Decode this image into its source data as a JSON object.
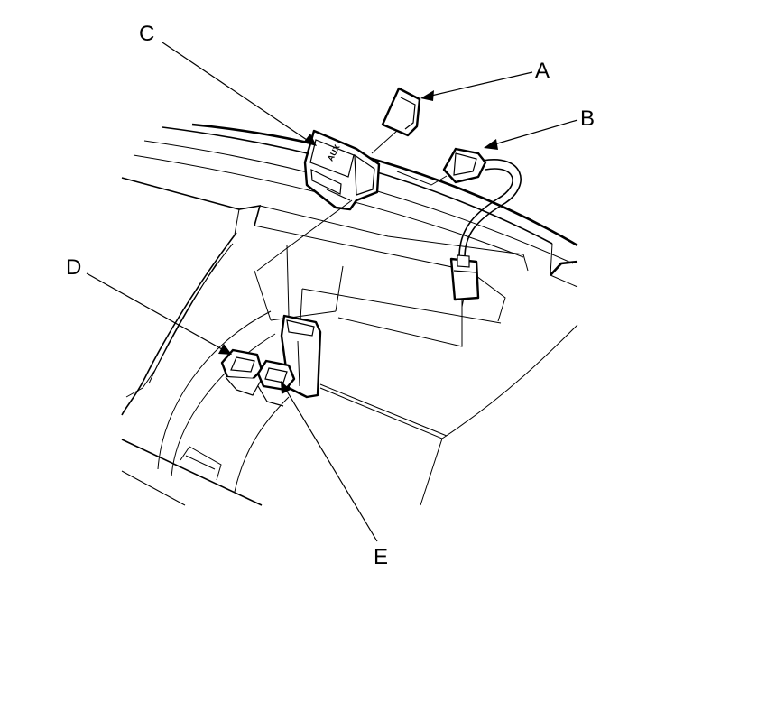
{
  "labels": {
    "A": "A",
    "B": "B",
    "C": "C",
    "D": "D",
    "E": "E"
  },
  "aux_text": "AUX",
  "line_color": "#000000",
  "background": "#ffffff"
}
